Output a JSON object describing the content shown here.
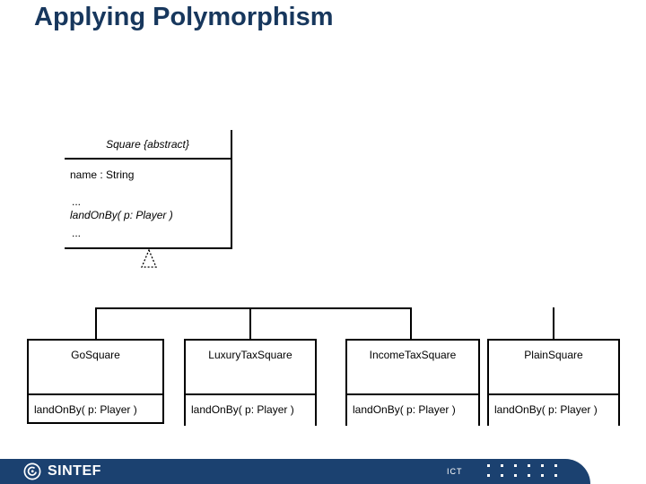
{
  "slide": {
    "title": "Applying Polymorphism",
    "title_color": "#17375d"
  },
  "diagram": {
    "parent": {
      "name": "Square {abstract}",
      "lines": [
        "name : String",
        "...",
        "landOnBy( p: Player )",
        "..."
      ],
      "abstract_method": "landOnBy( p: Player )",
      "line_color": "#000000"
    },
    "children": [
      {
        "name": "GoSquare",
        "method": "landOnBy( p: Player )"
      },
      {
        "name": "LuxuryTaxSquare",
        "method": "landOnBy( p: Player )"
      },
      {
        "name": "IncomeTaxSquare",
        "method": "landOnBy( p: Player )"
      },
      {
        "name": "PlainSquare",
        "method": "landOnBy( p: Player )"
      }
    ]
  },
  "footer": {
    "brand": "SINTEF",
    "department": "ICT",
    "bar_color": "#1b4170",
    "dots": {
      "rows": 2,
      "cols": 6
    }
  }
}
